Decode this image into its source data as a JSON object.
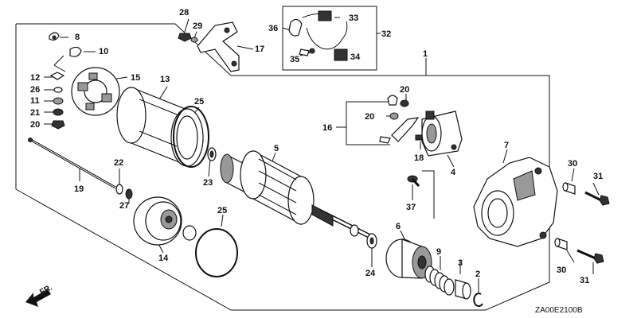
{
  "diagram_code": "ZA00E2100B",
  "direction_label": "FR.",
  "callouts": {
    "n1": "1",
    "n2": "2",
    "n3": "3",
    "n4": "4",
    "n5": "5",
    "n6": "6",
    "n7": "7",
    "n8": "8",
    "n9": "9",
    "n10": "10",
    "n11": "11",
    "n12": "12",
    "n13": "13",
    "n14": "14",
    "n15": "15",
    "n16": "16",
    "n17": "17",
    "n18": "18",
    "n19": "19",
    "n20a": "20",
    "n20b": "20",
    "n20c": "20",
    "n21": "21",
    "n22": "22",
    "n23": "23",
    "n24": "24",
    "n25a": "25",
    "n25b": "25",
    "n26": "26",
    "n27": "27",
    "n28": "28",
    "n29": "29",
    "n30a": "30",
    "n30b": "30",
    "n31a": "31",
    "n31b": "31",
    "n32": "32",
    "n33": "33",
    "n34": "34",
    "n35": "35",
    "n36": "36",
    "n37": "37"
  }
}
